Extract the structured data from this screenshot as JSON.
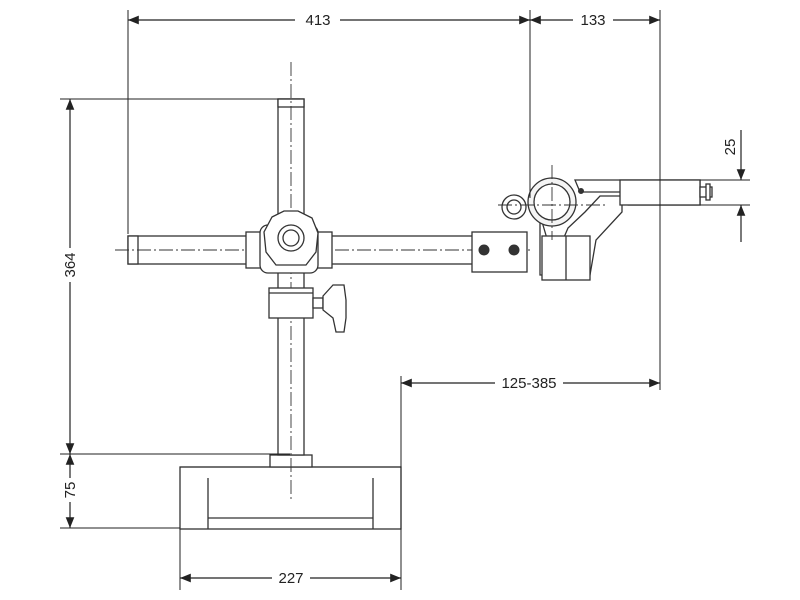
{
  "dimensions": {
    "overall_width": "413",
    "head_offset": "133",
    "column_height": "364",
    "base_height": "75",
    "base_width": "227",
    "arm_range": "125-385",
    "head_drop": "25"
  }
}
